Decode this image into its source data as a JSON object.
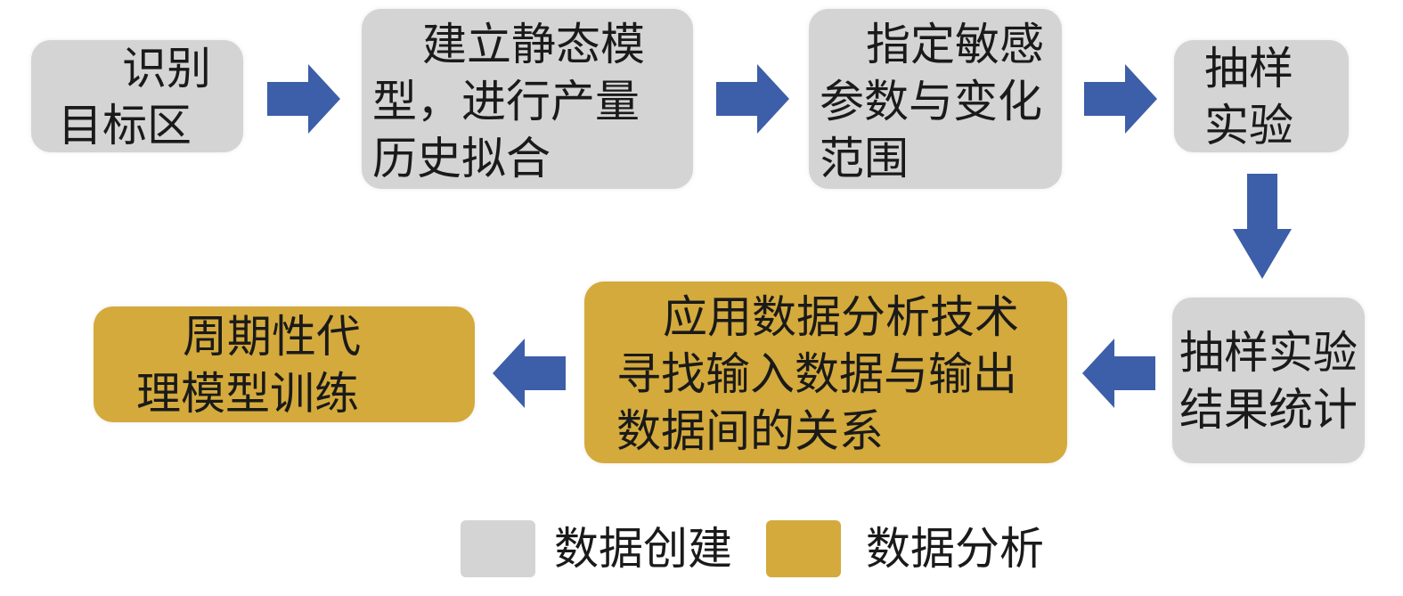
{
  "nodes": {
    "identify": {
      "lines": [
        "识别",
        "目标区"
      ],
      "category": "data_creation"
    },
    "static_model": {
      "lines": [
        "建立静态模",
        "型，进行产量",
        "历史拟合"
      ],
      "category": "data_creation"
    },
    "sensitive_params": {
      "lines": [
        "指定敏感",
        "参数与变化",
        "范围"
      ],
      "category": "data_creation"
    },
    "sampling": {
      "lines": [
        "抽样",
        "实验"
      ],
      "category": "data_creation"
    },
    "sampling_stats": {
      "lines": [
        "抽样实验",
        "结果统计"
      ],
      "category": "data_creation"
    },
    "data_analysis": {
      "lines": [
        "应用数据分析技术",
        "寻找输入数据与输出",
        "数据间的关系"
      ],
      "category": "data_analysis"
    },
    "proxy_training": {
      "lines": [
        "周期性代",
        "理模型训练"
      ],
      "category": "data_analysis"
    }
  },
  "flow": [
    "identify",
    "static_model",
    "sensitive_params",
    "sampling",
    "sampling_stats",
    "data_analysis",
    "proxy_training"
  ],
  "legend": {
    "data_creation": {
      "label": "数据创建",
      "color": "#d4d4d4"
    },
    "data_analysis": {
      "label": "数据分析",
      "color": "#d4aa3c"
    }
  },
  "colors": {
    "arrow": "#3d5ea8"
  }
}
